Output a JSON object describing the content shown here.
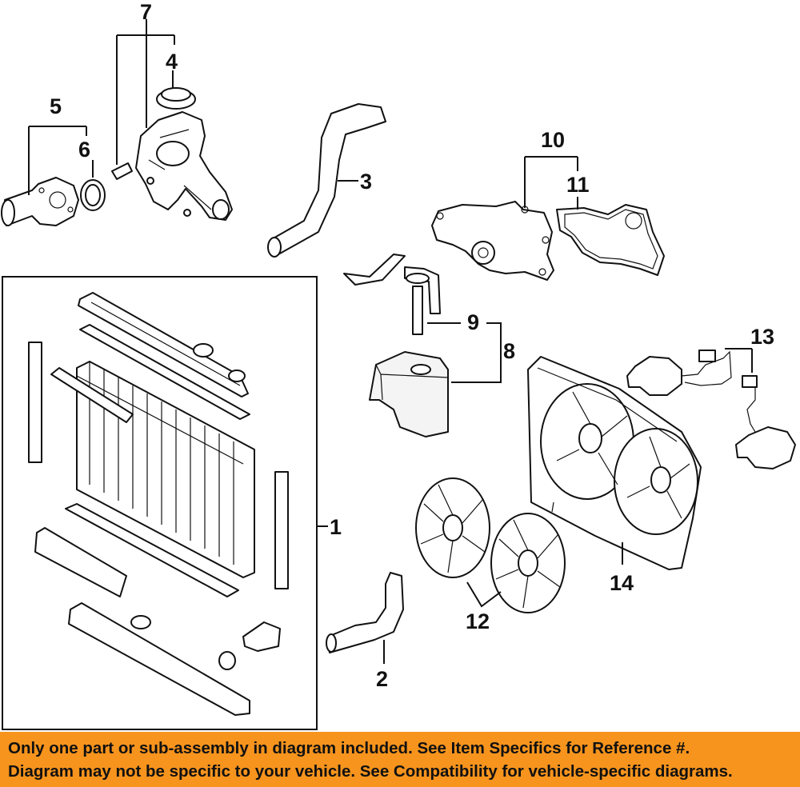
{
  "callouts": {
    "c1": "1",
    "c2": "2",
    "c3": "3",
    "c4": "4",
    "c5": "5",
    "c6": "6",
    "c7": "7",
    "c8": "8",
    "c9": "9",
    "c10": "10",
    "c11": "11",
    "c12": "12",
    "c13": "13",
    "c14": "14"
  },
  "disclaimer": {
    "line1": "Only one part or sub-assembly in diagram included. See Item Specifics for Reference #.",
    "line2": "Diagram may not be specific to your vehicle. See Compatibility for vehicle-specific diagrams."
  },
  "colors": {
    "banner": "#f7941d",
    "ink": "#111111",
    "background": "#ffffff"
  }
}
